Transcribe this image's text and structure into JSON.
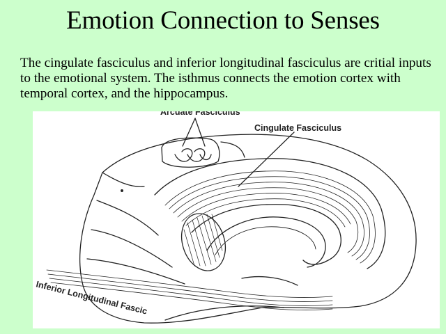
{
  "slide": {
    "title": "Emotion Connection to Senses",
    "body": "The cingulate fasciculus and inferior longitudinal fasciculus are critial inputs to the emotional system.  The isthmus connects the emotion cortex with temporal cortex, and the hippocampus."
  },
  "diagram": {
    "labels": {
      "arcuate": "Arcuate Fasciculus",
      "cingulate": "Cingulate Fasciculus",
      "inferior_longitudinal": "Inferior Longitudinal Fascic"
    }
  }
}
